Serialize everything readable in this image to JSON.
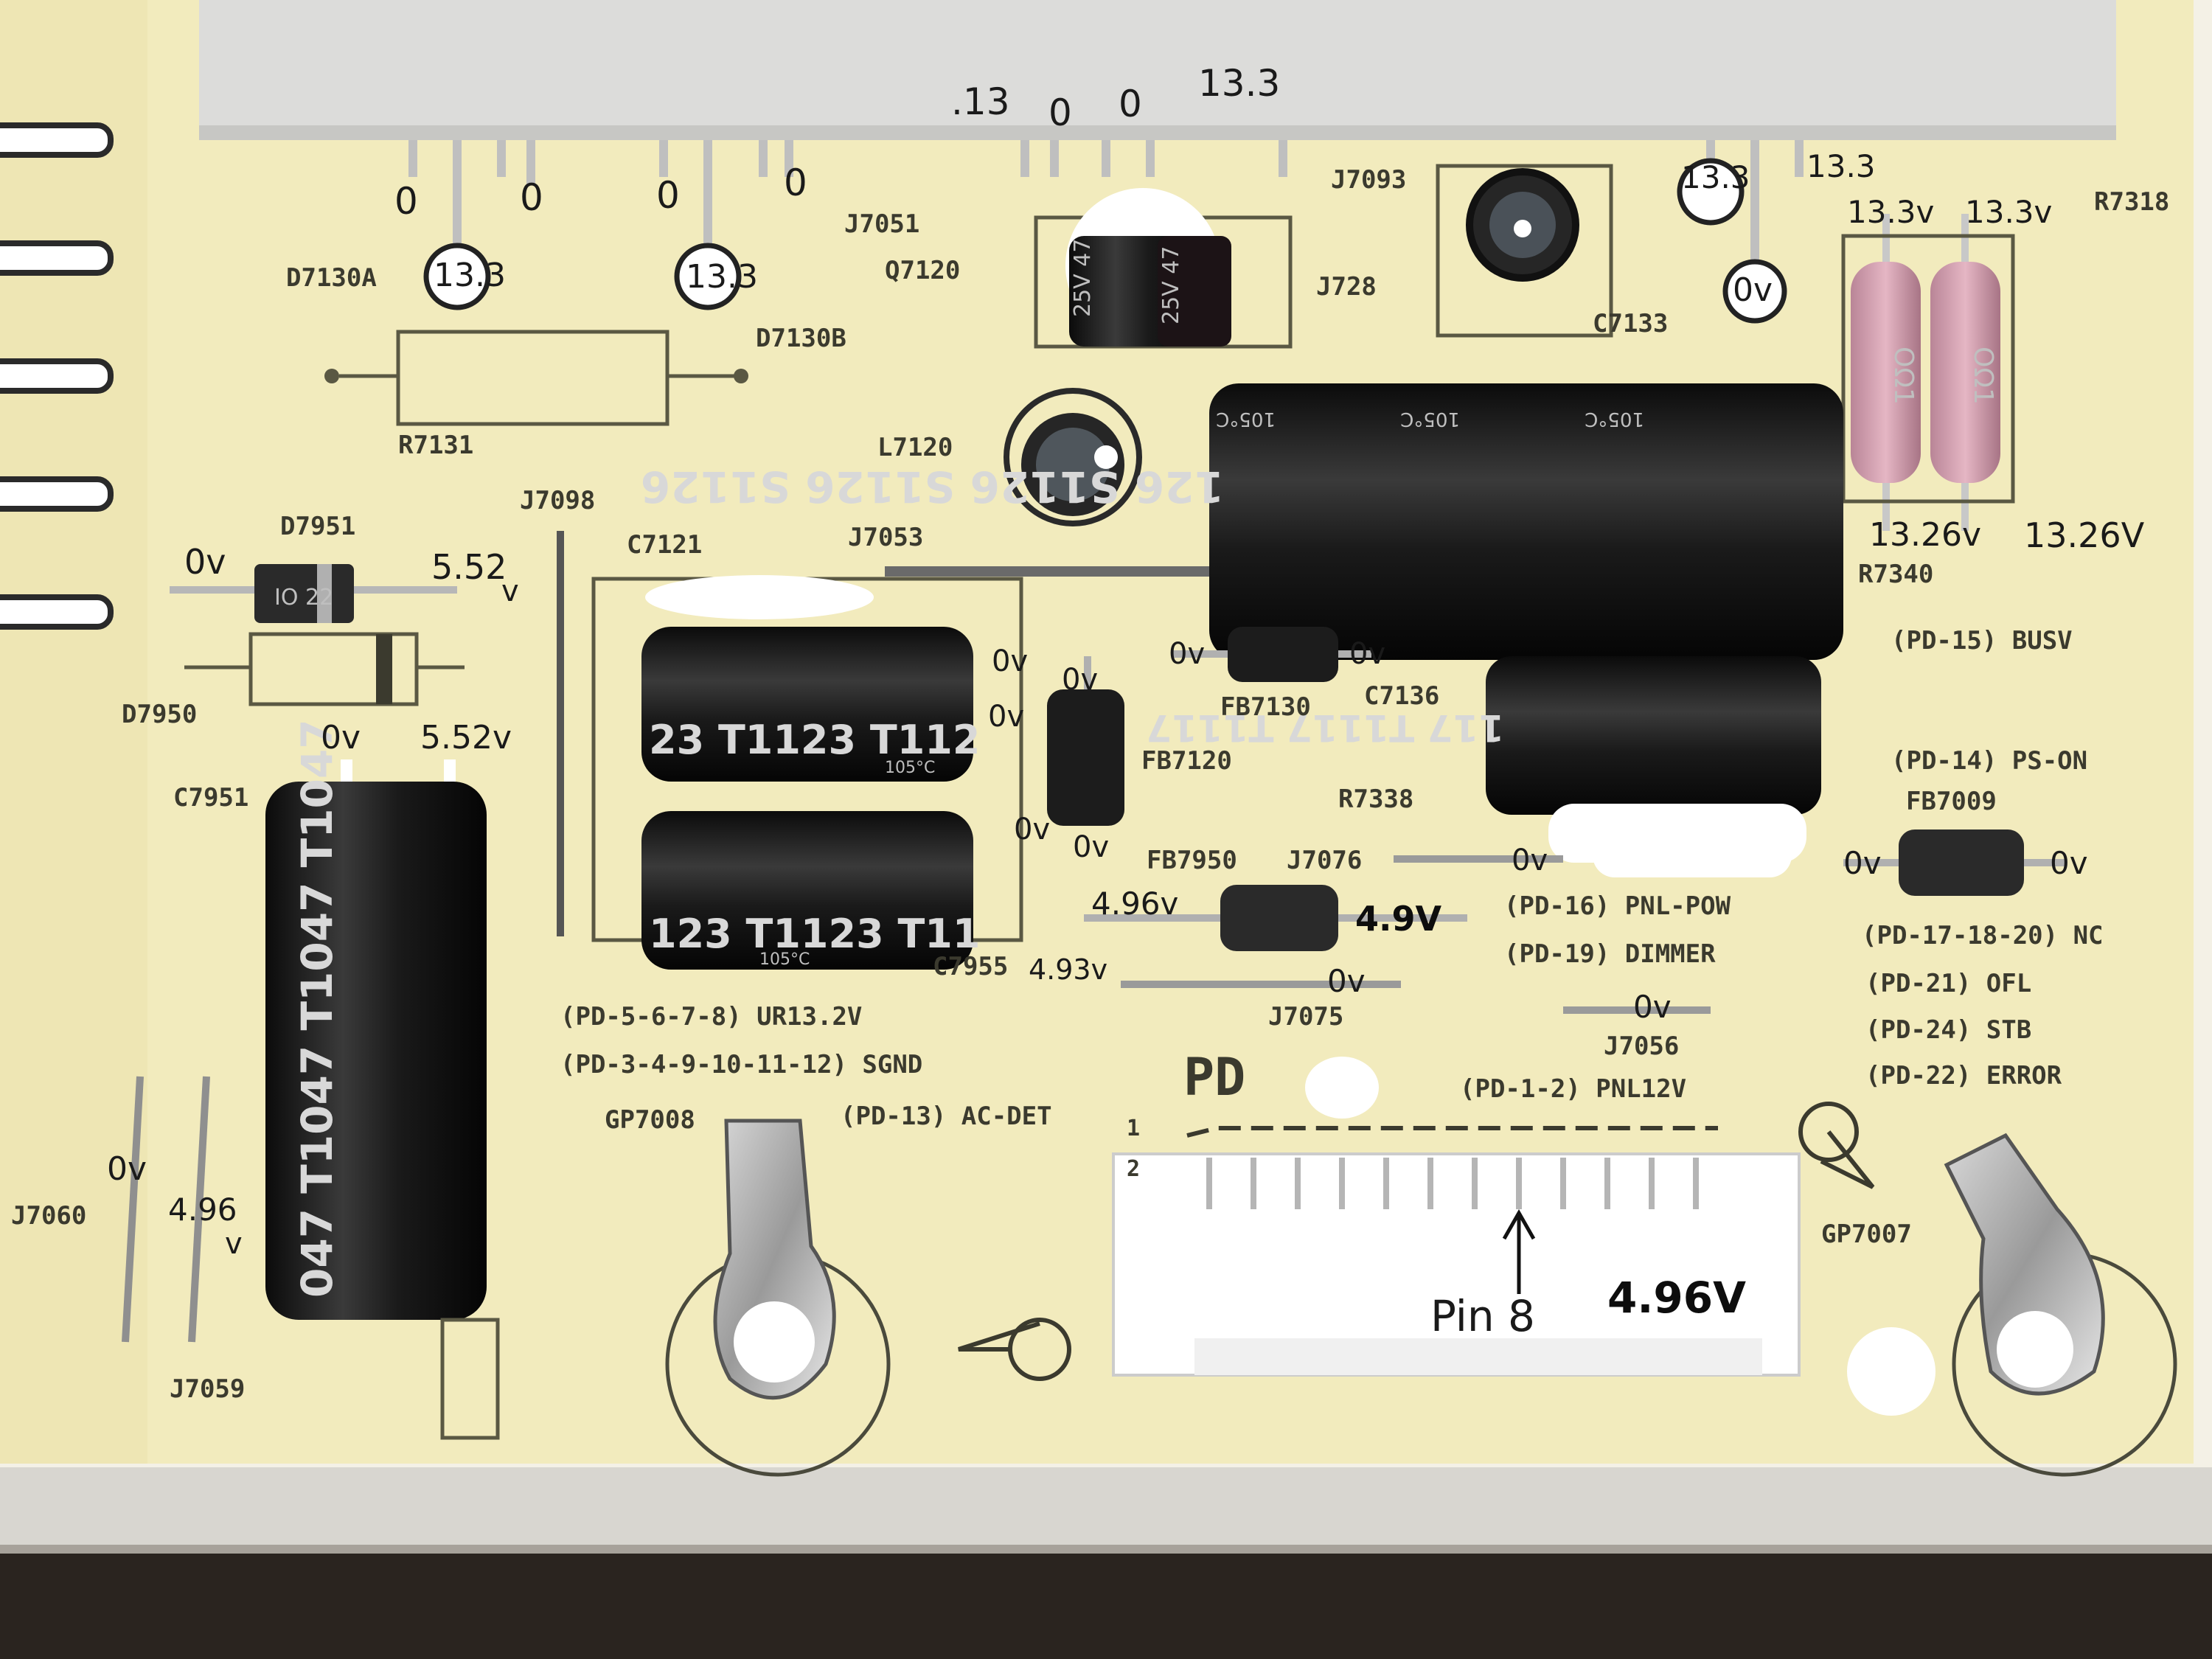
{
  "colors": {
    "board": "#f2ebbd",
    "silkscreen": "#3b3a2e",
    "capacitor": "#141414",
    "resistor_pink": "#d9a3b3",
    "handwriting": "#1a1a1a",
    "background": "#2a241f"
  },
  "silkscreen": {
    "d7130a": "D7130A",
    "d7130b": "D7130B",
    "r7131": "R7131",
    "j7051": "J7051",
    "q7120": "Q7120",
    "j7093": "J7093",
    "j7728": "J728",
    "c7133": "C7133",
    "r7318": "R7318",
    "l7120": "L7120",
    "j7098": "J7098",
    "d7951": "D7951",
    "c7121": "C7121",
    "j7053": "J7053",
    "r7340": "R7340",
    "busv": "(PD-15) BUSV",
    "d7950": "D7950",
    "fb7130": "FB7130",
    "c7136": "C7136",
    "c7951": "C7951",
    "fb7120": "FB7120",
    "ps_on": "(PD-14) PS-ON",
    "r7338": "R7338",
    "fb7009": "FB7009",
    "fb7950": "FB7950",
    "j7076": "J7076",
    "pnl_pow": "(PD-16) PNL-POW",
    "dimmer": "(PD-19) DIMMER",
    "nc": "(PD-17-18-20) NC",
    "c7955": "C7955",
    "ofl": "(PD-21) OFL",
    "ur132": "(PD-5-6-7-8) UR13.2V",
    "j7075": "J7075",
    "stb": "(PD-24) STB",
    "j7056": "J7056",
    "sgnd": "(PD-3-4-9-10-11-12) SGND",
    "pd": "PD",
    "pnl12v": "(PD-1-2) PNL12V",
    "error": "(PD-22) ERROR",
    "gp7008": "GP7008",
    "ac_det": "(PD-13) AC-DET",
    "pin1": "1",
    "pin2": "2",
    "j7060": "J7060",
    "gp7007": "GP7007",
    "j7059": "J7059"
  },
  "capacitor_markings": {
    "big_top": [
      "126 S1126 S1126 S1126",
      "126"
    ],
    "small_top_a": "25V 47",
    "small_top_b": "25V 47",
    "c7121_a": "23  T1123  T112",
    "c7121_b": "123  T1123  T11",
    "c7136": "117  T1117  T1117",
    "c7951": "047  T1047  T1047  T1047",
    "temp": "105°C",
    "d7951_body": "IO 22",
    "resistor_a": "OΩ1",
    "resistor_b": "OΩ1"
  },
  "annotations": {
    "d_left_0a": "0",
    "d_left_0b": "0",
    "d_left_133": "13.3",
    "d_right_0a": "0",
    "d_right_0b": "0",
    "d_right_133": "13.3",
    "q_13": ".13",
    "q_0a": "0",
    "q_0b": "0",
    "q_133": "13.3",
    "r_133a": "13.3",
    "r_133b": "13.3",
    "r_0v": "0v",
    "r_133v": "13.3v",
    "r_133v2": "13.3v",
    "r_1326": "13.26v",
    "r_1326b": "13.26V",
    "d7951_0v": "0v",
    "d7951_552": "5.52",
    "d7951_v": "v",
    "c7951_0v": "0v",
    "c7951_552": "5.52v",
    "c7121_0v1": "0v",
    "c7121_0v2": "0v",
    "c7121_0v3": "0v",
    "fb7120_0v1": "0v",
    "fb7120_0v2": "0v",
    "fb7130_0v1": "0v",
    "fb7130_0v2": "0v",
    "j7076_0v": "0v",
    "fb7009_0v1": "0v",
    "fb7009_0v2": "0v",
    "fb7950_496": "4.96v",
    "fb7950_499": "4.9V",
    "c7955_493": "4.93v",
    "j7075_0v": "0v",
    "j7056_0v": "0v",
    "j7060_0v": "0v",
    "j7060_496": "4.96",
    "j7060_v": "v",
    "pin8": "Pin 8",
    "pin8_v": "4.96V"
  }
}
